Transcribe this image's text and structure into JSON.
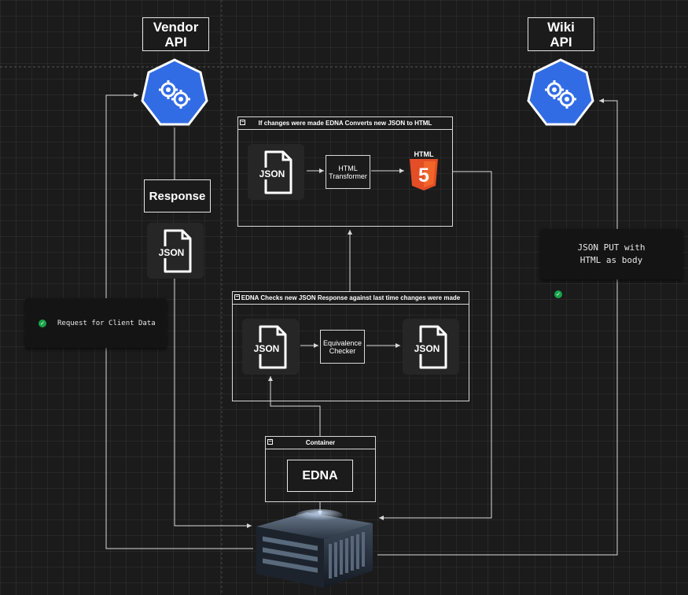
{
  "vendor_api": {
    "title": "Vendor\nAPI"
  },
  "wiki_api": {
    "title": "Wiki\nAPI"
  },
  "response": {
    "label": "Response"
  },
  "json_icon_text": "JSON",
  "html_logo": {
    "label": "HTML",
    "digit": "5"
  },
  "html_group": {
    "title": "If changes were made EDNA Converts new JSON to HTML",
    "transformer_label": "HTML\nTransformer"
  },
  "check_group": {
    "title": "EDNA Checks new JSON Response against last time changes were made",
    "checker_label": "Equivalence\nChecker"
  },
  "container_group": {
    "title": "Container",
    "edna_label": "EDNA"
  },
  "notes": {
    "request": "Request for Client Data",
    "put": "JSON PUT with\nHTML as body"
  },
  "group_toggle_symbol": "−",
  "check_symbol": "✓",
  "colors": {
    "background": "#1b1b1b",
    "api_blue": "#326ce5",
    "html_orange": "#e44d26",
    "check_green": "#17a34a",
    "connector": "#d9d9d9"
  }
}
